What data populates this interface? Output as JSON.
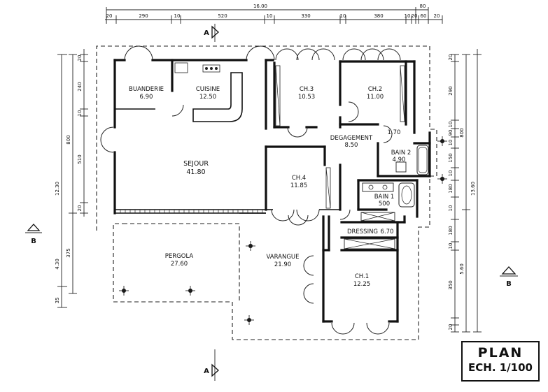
{
  "rooms": [
    {
      "id": "buanderie",
      "name": "BUANDERIE",
      "area": "6.90"
    },
    {
      "id": "cuisine",
      "name": "CUISINE",
      "area": "12.50"
    },
    {
      "id": "ch3",
      "name": "CH.3",
      "area": "10.53"
    },
    {
      "id": "ch2",
      "name": "CH.2",
      "area": "11.00"
    },
    {
      "id": "degagement",
      "name": "DEGAGEMENT",
      "area": "8.50"
    },
    {
      "id": "sejour",
      "name": "SEJOUR",
      "area": "41.80"
    },
    {
      "id": "ch4",
      "name": "CH.4",
      "area": "11.85"
    },
    {
      "id": "bain2",
      "name": "BAIN 2",
      "area": "4.90"
    },
    {
      "id": "bain1",
      "name": "BAIN 1",
      "area": "500"
    },
    {
      "id": "dressing",
      "name": "DRESSING",
      "area": "6.70"
    },
    {
      "id": "pergola",
      "name": "PERGOLA",
      "area": "27.60"
    },
    {
      "id": "varangue",
      "name": "VARANGUE",
      "area": "21.90"
    },
    {
      "id": "ch1",
      "name": "CH.1",
      "area": "12.25"
    }
  ],
  "small_label": "1.70",
  "dimensions": {
    "top_total": "16.00",
    "top_right": "80",
    "top_chain": [
      "20",
      "290",
      "10",
      "520",
      "10",
      "330",
      "10",
      "380",
      "10",
      "20",
      "60",
      "20"
    ],
    "left_outer": [
      "12.30",
      "4.30",
      "35"
    ],
    "left_mid": [
      "800",
      "375"
    ],
    "left_inner": [
      "20",
      "240",
      "10",
      "510",
      "20"
    ],
    "right_outer": [
      "800",
      "13.60",
      "5.60"
    ],
    "right_inner": [
      "20",
      "290",
      "10",
      "90",
      "10",
      "150",
      "10",
      "180",
      "10",
      "180",
      "10",
      "350",
      "20"
    ]
  },
  "sections": {
    "a": "A",
    "b": "B"
  },
  "title": {
    "main": "PLAN",
    "scale": "ECH. 1/100"
  }
}
